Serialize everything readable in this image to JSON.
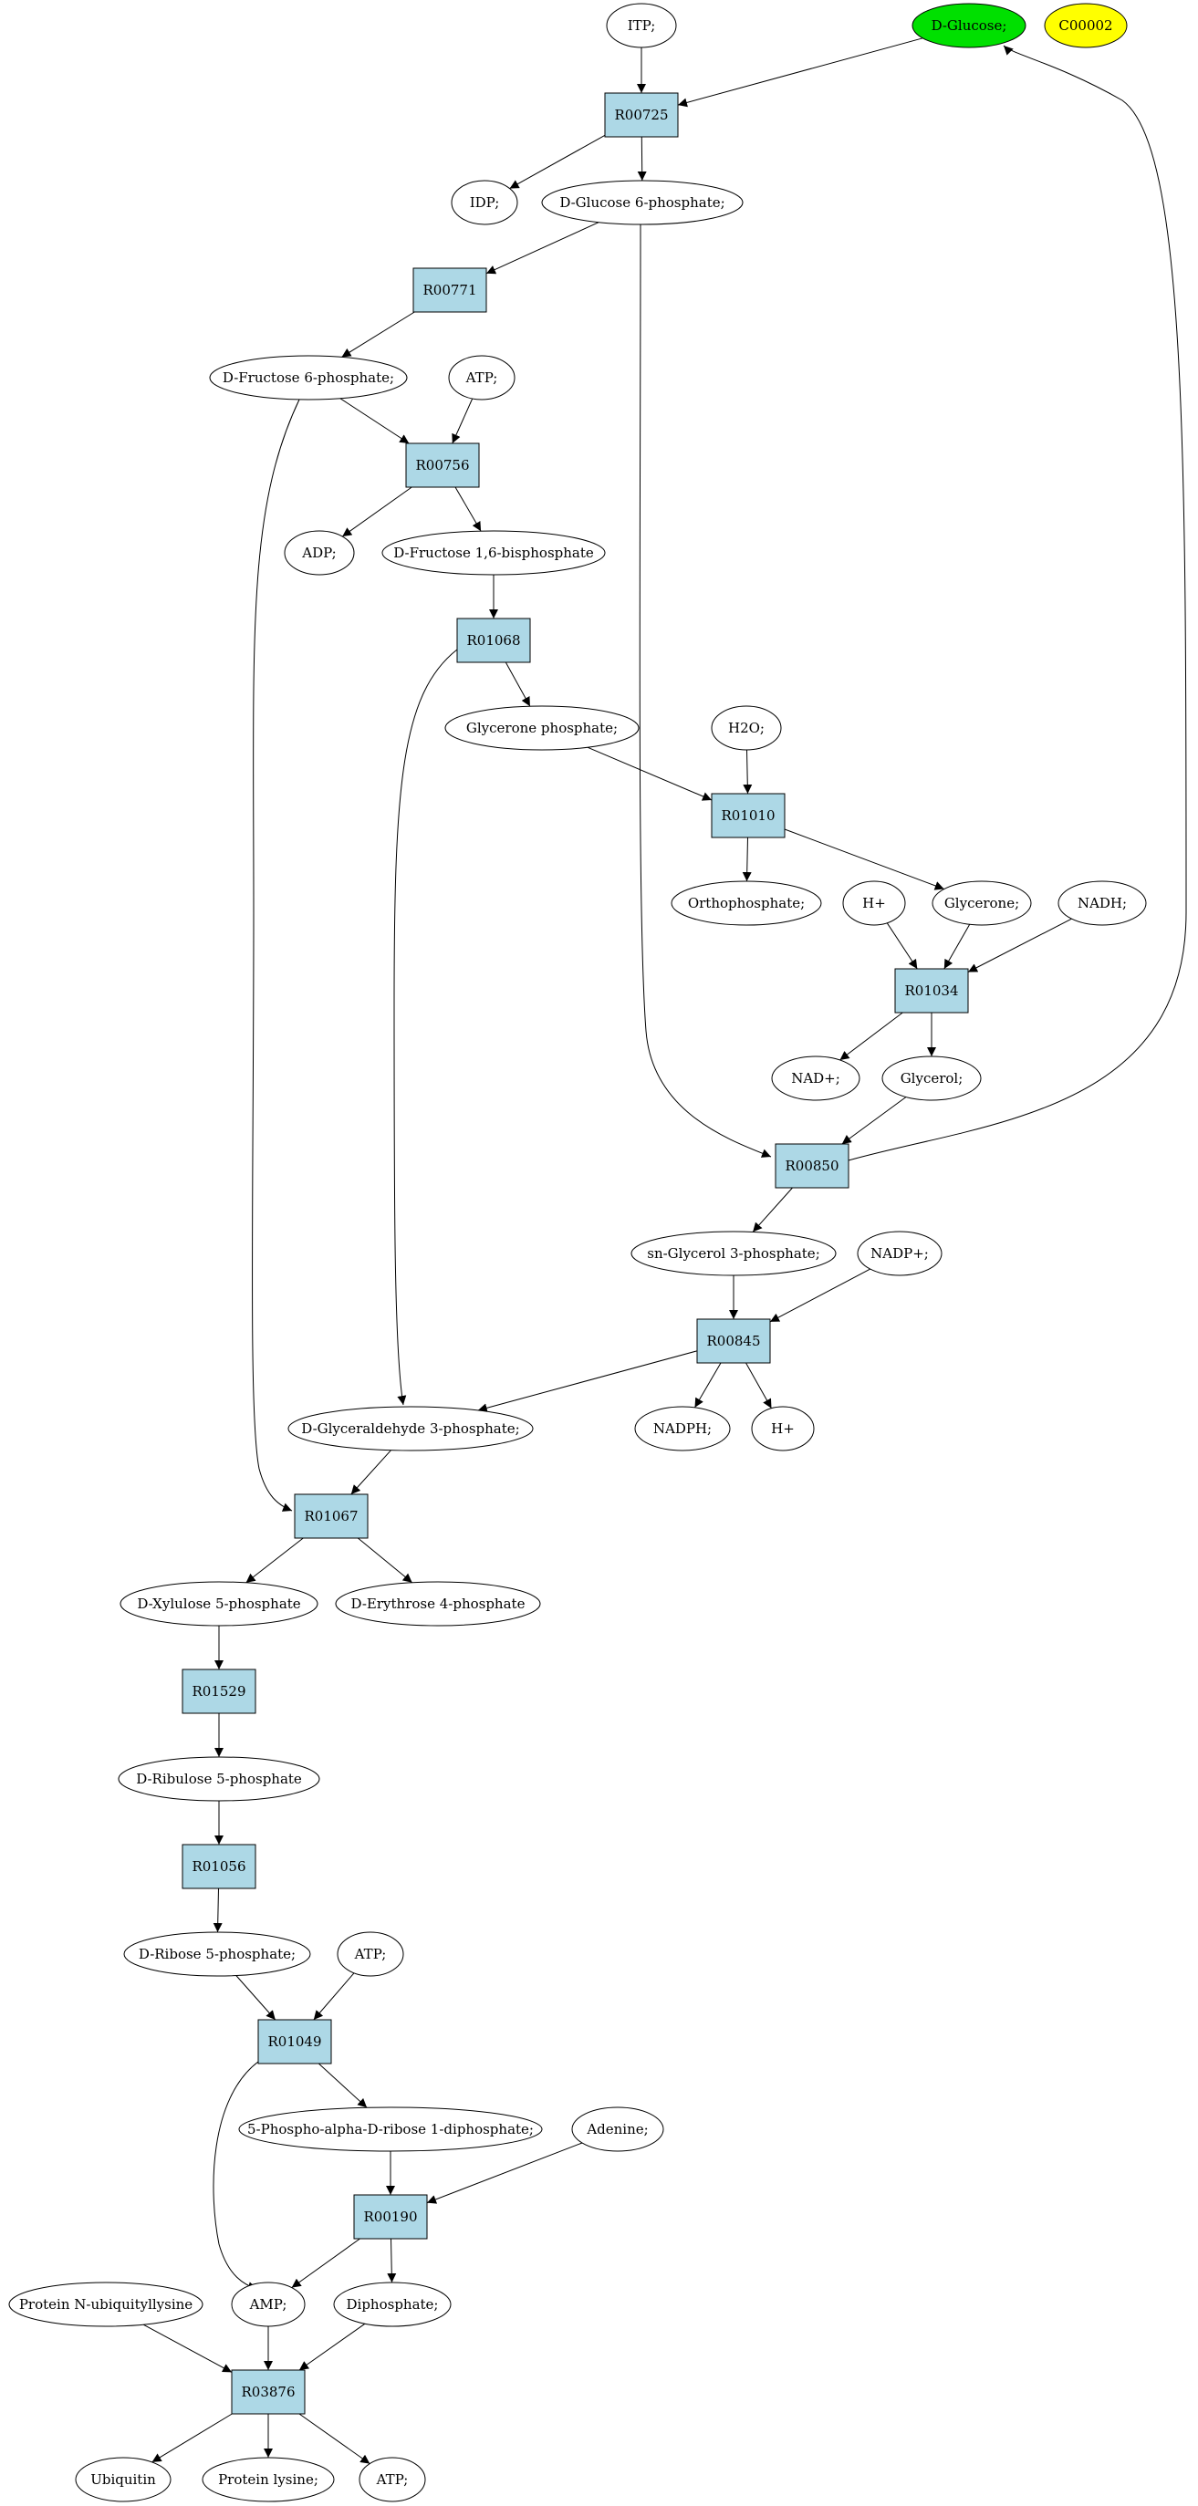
{
  "colors": {
    "reaction_fill": "#add8e6",
    "compound_fill": "#ffffff",
    "start_fill": "#00e000",
    "query_fill": "#ffff00",
    "stroke": "#000000"
  },
  "nodes": {
    "itp": {
      "label": "ITP;",
      "kind": "compound"
    },
    "d_glucose": {
      "label": "D-Glucose;",
      "kind": "start"
    },
    "c00002": {
      "label": "C00002",
      "kind": "query"
    },
    "r00725": {
      "label": "R00725",
      "kind": "reaction"
    },
    "idp": {
      "label": "IDP;",
      "kind": "compound"
    },
    "glucose6p": {
      "label": "D-Glucose 6-phosphate;",
      "kind": "compound"
    },
    "r00771": {
      "label": "R00771",
      "kind": "reaction"
    },
    "fructose6p": {
      "label": "D-Fructose 6-phosphate;",
      "kind": "compound"
    },
    "atp1": {
      "label": "ATP;",
      "kind": "compound"
    },
    "r00756": {
      "label": "R00756",
      "kind": "reaction"
    },
    "adp": {
      "label": "ADP;",
      "kind": "compound"
    },
    "fructose16bp": {
      "label": "D-Fructose 1,6-bisphosphate",
      "kind": "compound"
    },
    "r01068": {
      "label": "R01068",
      "kind": "reaction"
    },
    "glycerone_p": {
      "label": "Glycerone phosphate;",
      "kind": "compound"
    },
    "h2o": {
      "label": "H2O;",
      "kind": "compound"
    },
    "r01010": {
      "label": "R01010",
      "kind": "reaction"
    },
    "orthophosphate": {
      "label": "Orthophosphate;",
      "kind": "compound"
    },
    "hplus1": {
      "label": "H+",
      "kind": "compound"
    },
    "glycerone": {
      "label": "Glycerone;",
      "kind": "compound"
    },
    "nadh": {
      "label": "NADH;",
      "kind": "compound"
    },
    "r01034": {
      "label": "R01034",
      "kind": "reaction"
    },
    "nadplus": {
      "label": "NAD+;",
      "kind": "compound"
    },
    "glycerol": {
      "label": "Glycerol;",
      "kind": "compound"
    },
    "r00850": {
      "label": "R00850",
      "kind": "reaction"
    },
    "sn_glycerol3p": {
      "label": "sn-Glycerol 3-phosphate;",
      "kind": "compound"
    },
    "nadpplus": {
      "label": "NADP+;",
      "kind": "compound"
    },
    "r00845": {
      "label": "R00845",
      "kind": "reaction"
    },
    "g3p": {
      "label": "D-Glyceraldehyde 3-phosphate;",
      "kind": "compound"
    },
    "nadph": {
      "label": "NADPH;",
      "kind": "compound"
    },
    "hplus2": {
      "label": "H+",
      "kind": "compound"
    },
    "r01067": {
      "label": "R01067",
      "kind": "reaction"
    },
    "xylulose5p": {
      "label": "D-Xylulose 5-phosphate",
      "kind": "compound"
    },
    "erythrose4p": {
      "label": "D-Erythrose 4-phosphate",
      "kind": "compound"
    },
    "r01529": {
      "label": "R01529",
      "kind": "reaction"
    },
    "ribulose5p": {
      "label": "D-Ribulose 5-phosphate",
      "kind": "compound"
    },
    "r01056": {
      "label": "R01056",
      "kind": "reaction"
    },
    "ribose5p": {
      "label": "D-Ribose 5-phosphate;",
      "kind": "compound"
    },
    "atp2": {
      "label": "ATP;",
      "kind": "compound"
    },
    "r01049": {
      "label": "R01049",
      "kind": "reaction"
    },
    "prpp": {
      "label": "5-Phospho-alpha-D-ribose 1-diphosphate;",
      "kind": "compound"
    },
    "adenine": {
      "label": "Adenine;",
      "kind": "compound"
    },
    "r00190": {
      "label": "R00190",
      "kind": "reaction"
    },
    "protein_ub": {
      "label": "Protein N-ubiquityllysine",
      "kind": "compound"
    },
    "amp": {
      "label": "AMP;",
      "kind": "compound"
    },
    "diphosphate": {
      "label": "Diphosphate;",
      "kind": "compound"
    },
    "r03876": {
      "label": "R03876",
      "kind": "reaction"
    },
    "ubiquitin": {
      "label": "Ubiquitin",
      "kind": "compound"
    },
    "protein_lysine": {
      "label": "Protein lysine;",
      "kind": "compound"
    },
    "atp3": {
      "label": "ATP;",
      "kind": "compound"
    }
  },
  "edges": [
    {
      "from": "itp",
      "to": "r00725"
    },
    {
      "from": "d_glucose",
      "to": "r00725"
    },
    {
      "from": "r00725",
      "to": "idp"
    },
    {
      "from": "r00725",
      "to": "glucose6p"
    },
    {
      "from": "glucose6p",
      "to": "r00771"
    },
    {
      "from": "glucose6p",
      "to": "r00850"
    },
    {
      "from": "r00771",
      "to": "fructose6p"
    },
    {
      "from": "fructose6p",
      "to": "r00756"
    },
    {
      "from": "fructose6p",
      "to": "r01067"
    },
    {
      "from": "atp1",
      "to": "r00756"
    },
    {
      "from": "r00756",
      "to": "adp"
    },
    {
      "from": "r00756",
      "to": "fructose16bp"
    },
    {
      "from": "fructose16bp",
      "to": "r01068"
    },
    {
      "from": "r01068",
      "to": "glycerone_p"
    },
    {
      "from": "r01068",
      "to": "g3p"
    },
    {
      "from": "glycerone_p",
      "to": "r01010"
    },
    {
      "from": "h2o",
      "to": "r01010"
    },
    {
      "from": "r01010",
      "to": "orthophosphate"
    },
    {
      "from": "r01010",
      "to": "glycerone"
    },
    {
      "from": "hplus1",
      "to": "r01034"
    },
    {
      "from": "glycerone",
      "to": "r01034"
    },
    {
      "from": "nadh",
      "to": "r01034"
    },
    {
      "from": "r01034",
      "to": "nadplus"
    },
    {
      "from": "r01034",
      "to": "glycerol"
    },
    {
      "from": "glycerol",
      "to": "r00850"
    },
    {
      "from": "r00850",
      "to": "d_glucose"
    },
    {
      "from": "r00850",
      "to": "sn_glycerol3p"
    },
    {
      "from": "sn_glycerol3p",
      "to": "r00845"
    },
    {
      "from": "nadpplus",
      "to": "r00845"
    },
    {
      "from": "r00845",
      "to": "g3p"
    },
    {
      "from": "r00845",
      "to": "nadph"
    },
    {
      "from": "r00845",
      "to": "hplus2"
    },
    {
      "from": "g3p",
      "to": "r01067"
    },
    {
      "from": "r01067",
      "to": "xylulose5p"
    },
    {
      "from": "r01067",
      "to": "erythrose4p"
    },
    {
      "from": "xylulose5p",
      "to": "r01529"
    },
    {
      "from": "r01529",
      "to": "ribulose5p"
    },
    {
      "from": "ribulose5p",
      "to": "r01056"
    },
    {
      "from": "r01056",
      "to": "ribose5p"
    },
    {
      "from": "ribose5p",
      "to": "r01049"
    },
    {
      "from": "atp2",
      "to": "r01049"
    },
    {
      "from": "r01049",
      "to": "prpp"
    },
    {
      "from": "r01049",
      "to": "amp"
    },
    {
      "from": "prpp",
      "to": "r00190"
    },
    {
      "from": "adenine",
      "to": "r00190"
    },
    {
      "from": "r00190",
      "to": "amp"
    },
    {
      "from": "r00190",
      "to": "diphosphate"
    },
    {
      "from": "protein_ub",
      "to": "r03876"
    },
    {
      "from": "amp",
      "to": "r03876"
    },
    {
      "from": "diphosphate",
      "to": "r03876"
    },
    {
      "from": "r03876",
      "to": "ubiquitin"
    },
    {
      "from": "r03876",
      "to": "protein_lysine"
    },
    {
      "from": "r03876",
      "to": "atp3"
    }
  ]
}
